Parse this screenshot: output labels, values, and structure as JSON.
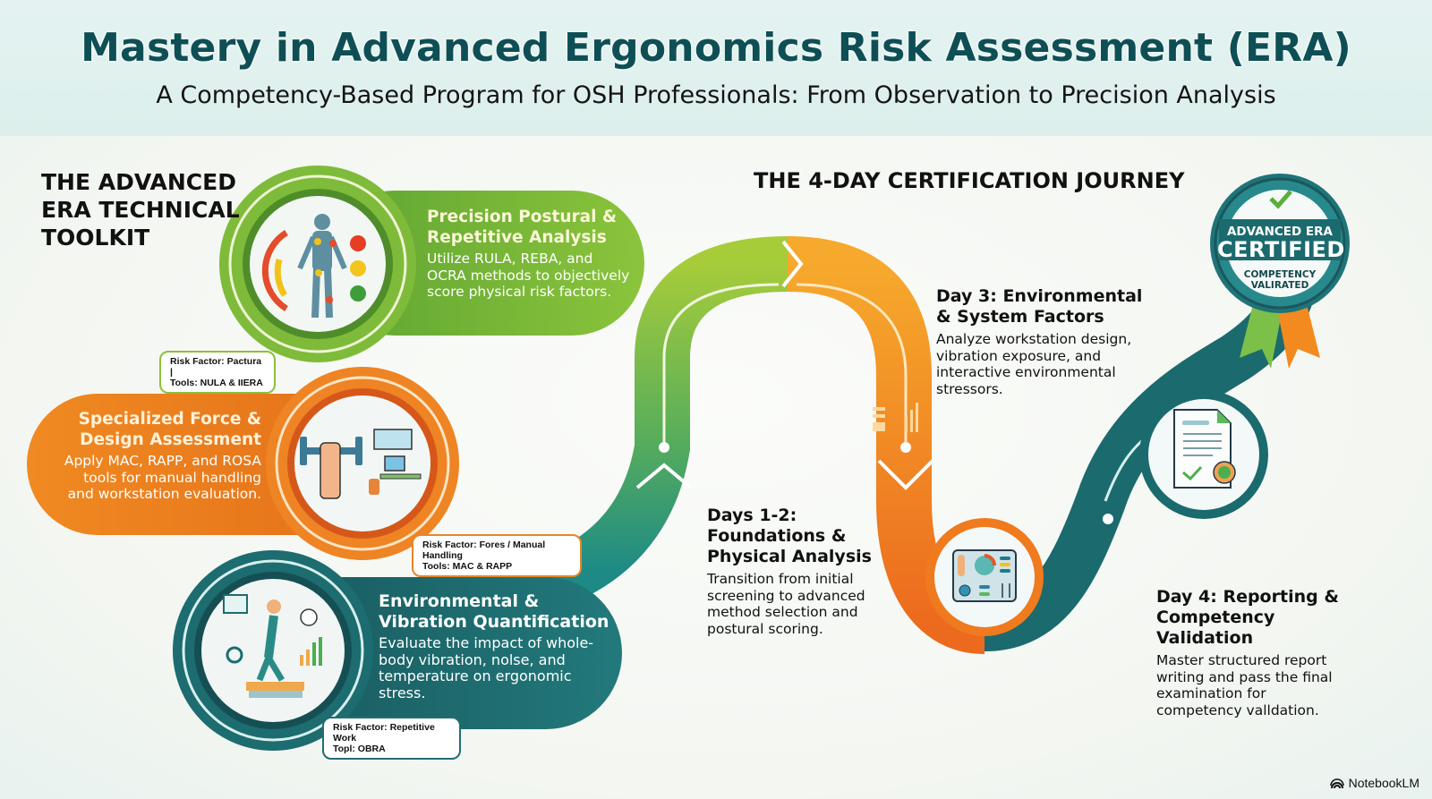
{
  "header": {
    "title": "Mastery in Advanced Ergonomics Risk Assessment (ERA)",
    "subtitle": "A Competency-Based Program for OSH Professionals: From Observation to Precision Analysis"
  },
  "toolkit": {
    "heading": "THE ADVANCED ERA TECHNICAL TOOLKIT",
    "modules": [
      {
        "title": "Precision Postural & Repetitive Analysis",
        "description": "Utilize RULA, REBA, and OCRA methods to objectively score physical risk factors.",
        "icon": "body-posture-risk-icon",
        "color": "#7db935",
        "tag_line1": "Risk Factor: Pactura |",
        "tag_line2": "Tools: NULA & IIERA"
      },
      {
        "title": "Specialized Force & Design Assessment",
        "description": "Apply MAC, RAPP, and ROSA tools for manual handling and workstation evaluation.",
        "icon": "dumbbell-workstation-icon",
        "color": "#ec7f1f",
        "tag_line1": "Risk Factor: Fores / Manual Handling",
        "tag_line2": "Tools: MAC & RAPP"
      },
      {
        "title": "Environmental & Vibration Quantification",
        "description": "Evaluate the impact of whole-body vibration, nolse, and temperature on ergonomic stress.",
        "icon": "vibration-platform-icon",
        "color": "#1b6a6e",
        "tag_line1": "Risk Factor: Repetitive Work",
        "tag_line2": "Topl: OBRA"
      }
    ]
  },
  "journey": {
    "heading": "THE 4-DAY CERTIFICATION JOURNEY",
    "stages": [
      {
        "title": "Days 1-2: Foundations & Physical Analysis",
        "description": "Transition from initial screening to advanced method selection and postural scoring.",
        "color": "#8cc63f"
      },
      {
        "title": "Day 3: Environmental & System Factors",
        "description": "Analyze workstation design, vibration exposure, and interactive environmental stressors.",
        "color": "#f28a1f",
        "icon": "environment-control-panel-icon"
      },
      {
        "title": "Day 4: Reporting & Competency Validation",
        "description": "Master structured report writing and pass the final examination for competency valldation.",
        "color": "#1b6a6e",
        "icon": "certified-report-icon"
      }
    ],
    "badge": {
      "line1": "ADVANCED ERA",
      "line2": "CERTIFIED",
      "line3": "COMPETENCY VALIRATED",
      "icon": "checkmark-icon"
    }
  },
  "footer": {
    "brand": "NotebookLM"
  },
  "colors": {
    "title": "#0e4f55",
    "green": "#7db935",
    "orange": "#ec7f1f",
    "teal": "#1b6a6e",
    "header_bg": "#e0f1ee"
  }
}
